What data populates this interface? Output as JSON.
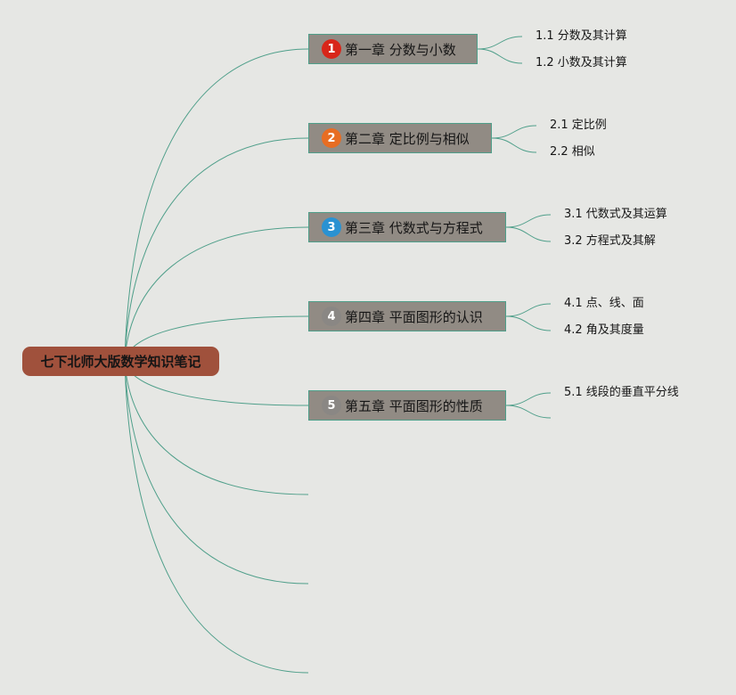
{
  "root": {
    "label": "七下北师大版数学知识笔记"
  },
  "chapters": [
    {
      "number": "1",
      "badge_color": "#d8261a",
      "label": "第一章 分数与小数",
      "sections": [
        "1.1 分数及其计算",
        "1.2 小数及其计算"
      ]
    },
    {
      "number": "2",
      "badge_color": "#e76d23",
      "label": "第二章 定比例与相似",
      "sections": [
        "2.1 定比例",
        "2.2 相似"
      ]
    },
    {
      "number": "3",
      "badge_color": "#2a92d2",
      "label": "第三章 代数式与方程式",
      "sections": [
        "3.1 代数式及其运算",
        "3.2 方程式及其解"
      ]
    },
    {
      "number": "4",
      "badge_color": "#8a8784",
      "label": "第四章 平面图形的认识",
      "sections": [
        "4.1 点、线、面",
        "4.2 角及其度量"
      ]
    },
    {
      "number": "5",
      "badge_color": "#8a8784",
      "label": "第五章 平面图形的性质",
      "sections": [
        "5.1 线段的垂直平分线",
        ""
      ]
    }
  ],
  "colors": {
    "background": "#e6e7e4",
    "link": "#4f9f8a",
    "root": "#a0513c",
    "chapter_fill": "#918b84"
  },
  "icons": {
    "badge": "numbered-circle-icon"
  }
}
